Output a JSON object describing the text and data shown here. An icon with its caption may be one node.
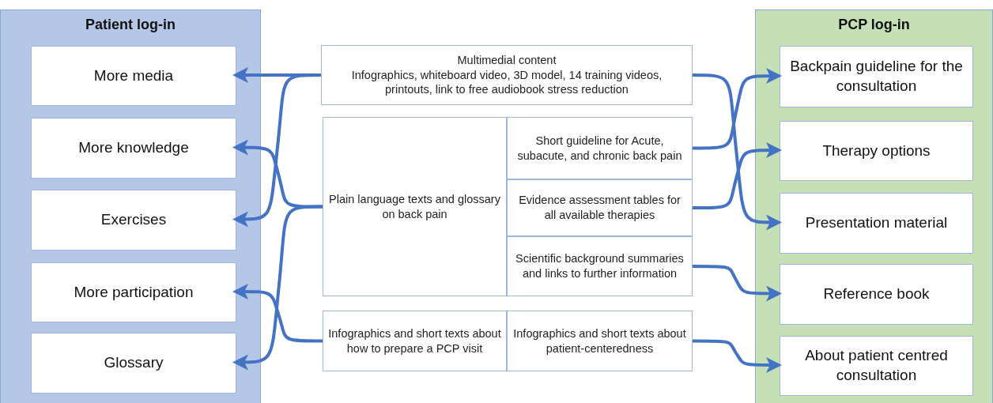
{
  "diagram": {
    "nodes": [
      {
        "text": [
          "Patient log-in"
        ]
      },
      {
        "text": [
          "More media"
        ],
        "in": 0
      },
      {
        "text": [
          "More knowledge"
        ],
        "in": 0
      },
      {
        "text": [
          "Exercises"
        ],
        "in": 0
      },
      {
        "text": [
          "More participation"
        ],
        "in": 0
      },
      {
        "text": [
          "Glossary"
        ],
        "in": 0
      },
      {
        "text": [
          "Multimedial content",
          "Infographics, whiteboard video, 3D model, 14 training videos, printouts, link to free audiobook stress reduction"
        ]
      },
      {
        "text": [
          "Plain language texts and glossary on back pain"
        ]
      },
      {
        "text": [
          "Short guideline for Acute, subacute, and chronic back pain"
        ]
      },
      {
        "text": [
          "Evidence assessment tables for all available therapies"
        ]
      },
      {
        "text": [
          "Scientific background summaries and links to further information"
        ]
      },
      {
        "text": [
          "Infographics and short texts about how to prepare a PCP visit"
        ]
      },
      {
        "text": [
          "Infographics and short texts about patient-centeredness"
        ]
      },
      {
        "text": [
          "PCP log-in"
        ]
      },
      {
        "text": [
          "Backpain guideline for the consultation"
        ],
        "in": 13
      },
      {
        "text": [
          "Therapy options"
        ],
        "in": 13
      },
      {
        "text": [
          "Presentation material"
        ],
        "in": 13
      },
      {
        "text": [
          "Reference book"
        ],
        "in": 13
      },
      {
        "text": [
          "About patient centred consultation"
        ],
        "in": 13
      }
    ],
    "edges": [
      {
        "from": 6,
        "to": 1,
        "arrow": "to"
      },
      {
        "from": 6,
        "to": 3,
        "arrow": "to"
      },
      {
        "from": 7,
        "to": 2,
        "arrow": "to"
      },
      {
        "from": 7,
        "to": 5,
        "arrow": "to"
      },
      {
        "from": 11,
        "to": 4,
        "arrow": "to"
      },
      {
        "from": 6,
        "to": 16,
        "arrow": "to"
      },
      {
        "from": 8,
        "to": 14,
        "arrow": "to"
      },
      {
        "from": 9,
        "to": 15,
        "arrow": "to"
      },
      {
        "from": 10,
        "to": 17,
        "arrow": "to"
      },
      {
        "from": 12,
        "to": 18,
        "arrow": "to"
      }
    ]
  }
}
